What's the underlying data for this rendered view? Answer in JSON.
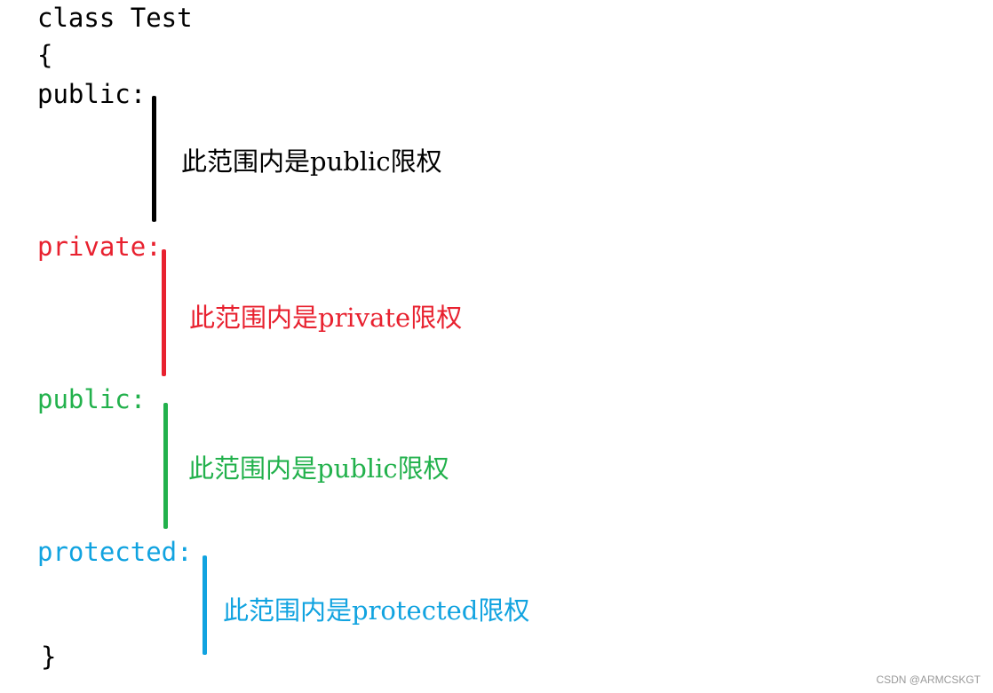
{
  "code": {
    "class_decl": "class Test",
    "open_brace": "{",
    "close_brace": "}"
  },
  "sections": [
    {
      "label": "public:",
      "note": "此范围内是public限权",
      "color": "#000000"
    },
    {
      "label": "private:",
      "note": "此范围内是private限权",
      "color": "#e8212f"
    },
    {
      "label": "public:",
      "note": "此范围内是public限权",
      "color": "#22b14c"
    },
    {
      "label": "protected:",
      "note": "此范围内是protected限权",
      "color": "#11a3e0"
    }
  ],
  "watermark": "CSDN @ARMCSKGT"
}
